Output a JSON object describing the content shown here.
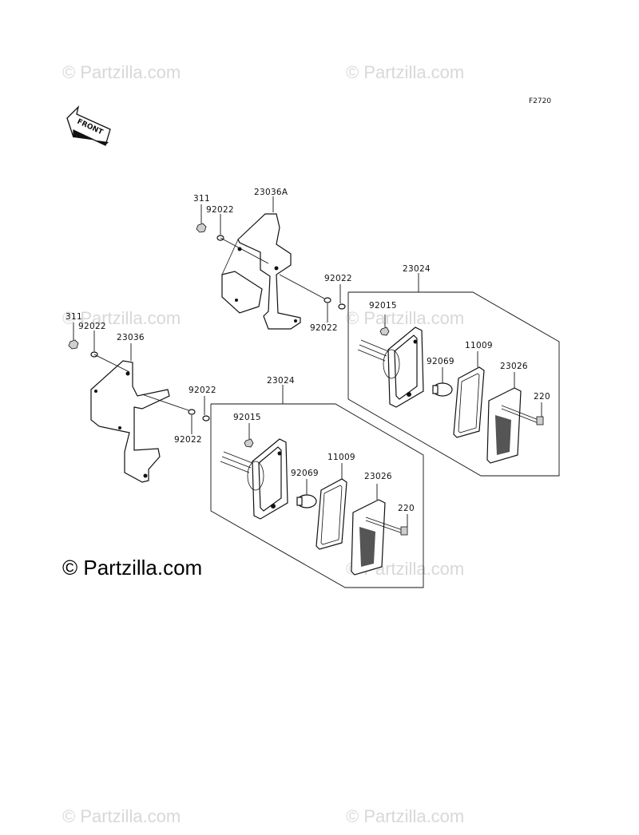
{
  "diagram_code": "F2720",
  "front_arrow_label": "FRONT",
  "watermark_text": "© Partzilla.com",
  "copyright_text": "© Partzilla.com",
  "labels": {
    "p311_a": "311",
    "p92022_a": "92022",
    "p23036A": "23036A",
    "p92022_b": "92022",
    "p92022_c": "92022",
    "p23024_top": "23024",
    "p92015_top": "92015",
    "p11009_top": "11009",
    "p92069_top": "92069",
    "p23026_top": "23026",
    "p220_top": "220",
    "p311_b": "311",
    "p92022_d": "92022",
    "p23036": "23036",
    "p92022_e": "92022",
    "p92022_f": "92022",
    "p23024_bot": "23024",
    "p92015_bot": "92015",
    "p92069_bot": "92069",
    "p11009_bot": "11009",
    "p23026_bot": "23026",
    "p220_bot": "220"
  }
}
